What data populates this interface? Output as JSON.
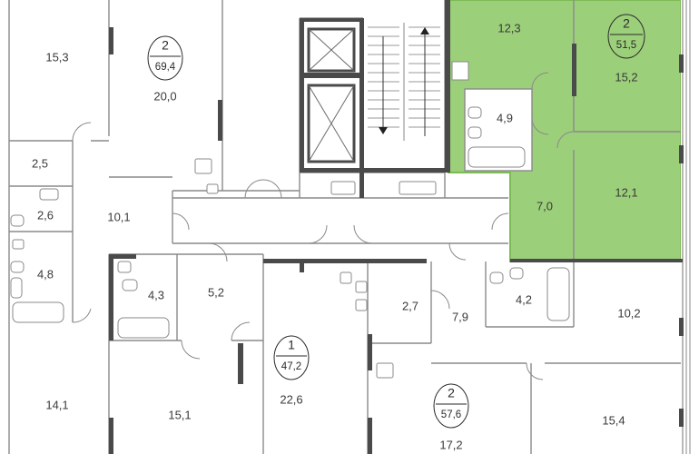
{
  "colors": {
    "highlight_fill": "#9ccf7a",
    "highlight_edge": "#7dbb55",
    "wall": "#4a4a4a",
    "line": "#8a8a8a",
    "background": "#ffffff"
  },
  "apartments": [
    {
      "id": "apt-upper-left",
      "rooms": "2",
      "area": "69,4"
    },
    {
      "id": "apt-highlighted",
      "rooms": "2",
      "area": "51,5",
      "highlighted": true
    },
    {
      "id": "apt-center",
      "rooms": "1",
      "area": "47,2"
    },
    {
      "id": "apt-lower-right",
      "rooms": "2",
      "area": "57,6"
    }
  ],
  "rooms": [
    {
      "id": "r1",
      "area": "15,3"
    },
    {
      "id": "r2",
      "area": "20,0"
    },
    {
      "id": "r3",
      "area": "2,5"
    },
    {
      "id": "r4",
      "area": "2,6"
    },
    {
      "id": "r5",
      "area": "10,1"
    },
    {
      "id": "r6",
      "area": "4,8"
    },
    {
      "id": "r7",
      "area": "4,3"
    },
    {
      "id": "r8",
      "area": "5,2"
    },
    {
      "id": "r9",
      "area": "14,1"
    },
    {
      "id": "r10",
      "area": "15,1"
    },
    {
      "id": "r11",
      "area": "22,6"
    },
    {
      "id": "r12",
      "area": "2,7"
    },
    {
      "id": "r13",
      "area": "7,9"
    },
    {
      "id": "r14",
      "area": "4,2"
    },
    {
      "id": "r15",
      "area": "10,2"
    },
    {
      "id": "r16",
      "area": "17,2"
    },
    {
      "id": "r17",
      "area": "15,4"
    },
    {
      "id": "r18",
      "area": "12,3"
    },
    {
      "id": "r19",
      "area": "15,2"
    },
    {
      "id": "r20",
      "area": "4,9"
    },
    {
      "id": "r21",
      "area": "7,0"
    },
    {
      "id": "r22",
      "area": "12,1"
    }
  ]
}
